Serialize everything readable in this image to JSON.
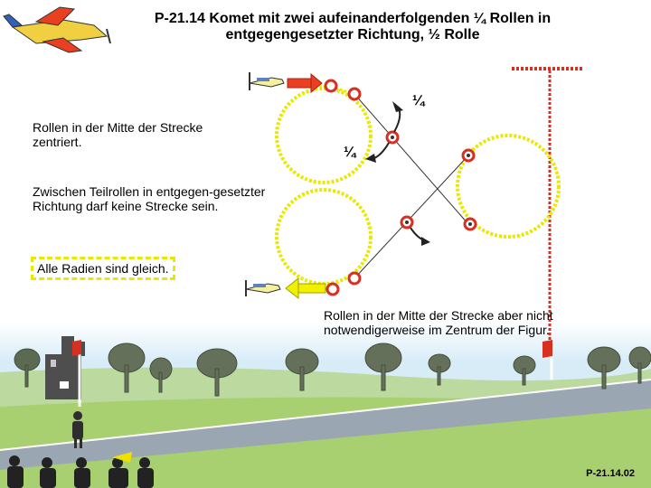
{
  "title": "P-21.14 Komet mit zwei aufeinanderfolgenden ¼ Rollen in entgegengesetzter Richtung, ½ Rolle",
  "notes": {
    "centered": "Rollen in der Mitte der Strecke zentriert.",
    "between": "Zwischen Teilrollen in entgegen-gesetzter Richtung darf keine Strecke sein.",
    "radii": "Alle Radien sind gleich.",
    "bottom": "Rollen in der Mitte der Strecke aber nicht notwendigerweise im Zentrum der Figur."
  },
  "roll_labels": {
    "upper": "¼",
    "lower": "¼"
  },
  "page_id": "P-21.14.02",
  "colors": {
    "flight_path": "#e8e800",
    "roll_marker": "#d83020",
    "entry_arrow": "#e84020",
    "exit_arrow": "#f0f000",
    "judge_line": "#d83020",
    "sky": "#d8ecf8",
    "ground": "#a8d070"
  },
  "icons": [
    "airplane-icon",
    "flag-icon",
    "tree-icon",
    "castle-icon",
    "judge-icon",
    "spectator-icon"
  ]
}
